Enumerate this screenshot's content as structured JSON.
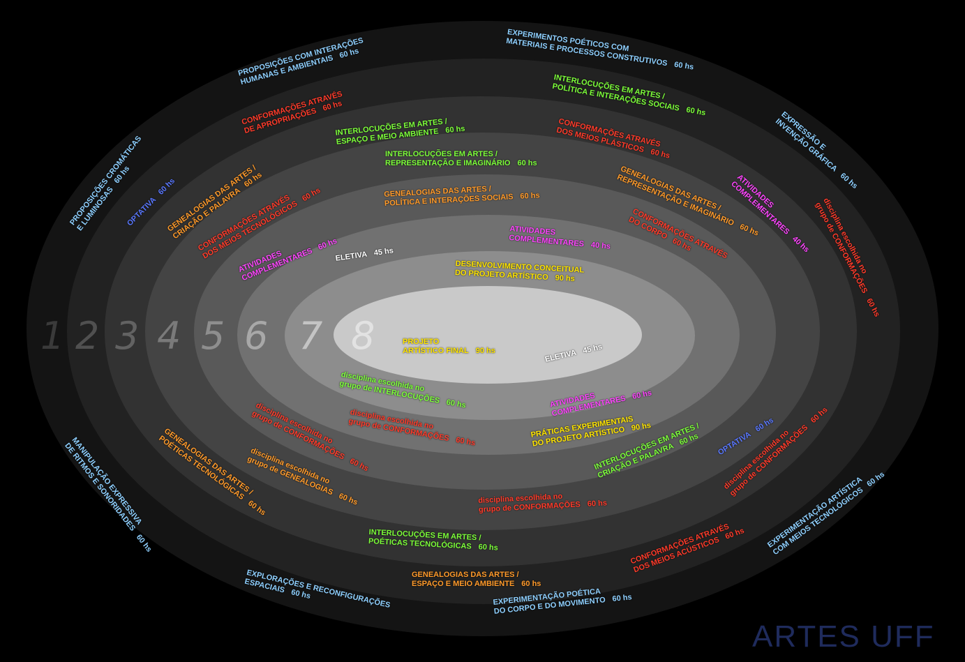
{
  "colors": {
    "blue": "#8fd0ff",
    "green": "#7dff3a",
    "red": "#ff3b2a",
    "orange": "#ff9a2a",
    "magenta": "#ff45ff",
    "yellow": "#ffe500",
    "white": "#ffffff",
    "optative": "#5a78ff",
    "brand": "#1f2b5c"
  },
  "rings": [
    {
      "number": "1",
      "color": "#141414"
    },
    {
      "number": "2",
      "color": "#222222"
    },
    {
      "number": "3",
      "color": "#323232"
    },
    {
      "number": "4",
      "color": "#444444"
    },
    {
      "number": "5",
      "color": "#595959"
    },
    {
      "number": "6",
      "color": "#717171"
    },
    {
      "number": "7",
      "color": "#8d8d8d"
    },
    {
      "number": "8",
      "color": "#c9c9c9"
    }
  ],
  "labels": [
    {
      "l1": "PROPOSIÇÕES COM INTERAÇÕES",
      "l2": "HUMANAS E AMBIENTAIS",
      "hs": "60 hs",
      "c": "blue"
    },
    {
      "l1": "EXPERIMENTOS POÉTICOS COM",
      "l2": "MATERIAIS E PROCESSOS CONSTRUTIVOS",
      "hs": "60 hs",
      "c": "blue"
    },
    {
      "l1": "EXPRESSÃO E",
      "l2": "INVENÇÃO GRÁFICA",
      "hs": "60 hs",
      "c": "blue"
    },
    {
      "l1": "PROPOSIÇÕES CROMÁTICAS",
      "l2": "E LUMINOSAS",
      "hs": "60 hs",
      "c": "blue"
    },
    {
      "l1": "MANIPULAÇÃO EXPRESSIVA",
      "l2": "DE RITMOS E SONORIDADES",
      "hs": "60 hs",
      "c": "blue"
    },
    {
      "l1": "EXPLORAÇÕES E RECONFIGURAÇÕES",
      "l2": "ESPACIAIS",
      "hs": "60 hs",
      "c": "blue"
    },
    {
      "l1": "EXPERIMENTAÇÃO POÉTICA",
      "l2": "DO CORPO E DO MOVIMENTO",
      "hs": "60 hs",
      "c": "blue"
    },
    {
      "l1": "EXPERIMENTAÇÃO ARTÍSTICA",
      "l2": "COM MEIOS TECNOLÓGICOS",
      "hs": "60 hs",
      "c": "blue"
    },
    {
      "l1": "CONFORMAÇÕES ATRAVÉS",
      "l2": "DE APROPRIAÇÕES",
      "hs": "60 hs",
      "c": "red"
    },
    {
      "l1": "INTERLOCUÇÕES EM ARTES /",
      "l2": "POLÍTICA E INTERAÇÕES SOCIAIS",
      "hs": "60 hs",
      "c": "green"
    },
    {
      "l1": "",
      "l2": "OPTATIVA",
      "hs": "60 hs",
      "c": "optative"
    },
    {
      "l1": "disciplina escolhida no",
      "l2": "grupo de CONFORMAÇÕES",
      "hs": "60 hs",
      "c": "red"
    },
    {
      "l1": "CONFORMAÇÕES ATRAVÉS",
      "l2": "DOS MEIOS ACÚSTICOS",
      "hs": "60 hs",
      "c": "red"
    },
    {
      "l1": "GENEALOGIAS DAS ARTES /",
      "l2": "ESPAÇO E MEIO AMBIENTE",
      "hs": "60 hs",
      "c": "orange"
    },
    {
      "l1": "INTERLOCUÇÕES EM ARTES /",
      "l2": "POÉTICAS TECNOLÓGICAS",
      "hs": "60 hs",
      "c": "green"
    },
    {
      "l1": "INTERLOCUÇÕES EM ARTES /",
      "l2": "ESPAÇO E MEIO AMBIENTE",
      "hs": "60 hs",
      "c": "green"
    },
    {
      "l1": "CONFORMAÇÕES ATRAVÉS",
      "l2": "DOS MEIOS PLÁSTICOS",
      "hs": "60 hs",
      "c": "red"
    },
    {
      "l1": "GENEALOGIAS DAS ARTES /",
      "l2": "CRIAÇÃO E PALAVRA",
      "hs": "60 hs",
      "c": "orange"
    },
    {
      "l1": "ATIVIDADES",
      "l2": "COMPLEMENTARES",
      "hs": "40 hs",
      "c": "magenta"
    },
    {
      "l1": "GENEALOGIAS DAS ARTES /",
      "l2": "POÉTICAS TECNOLÓGICAS",
      "hs": "60 hs",
      "c": "orange"
    },
    {
      "l1": "disciplina escolhida no",
      "l2": "grupo de GENEALOGIAS",
      "hs": "60 hs",
      "c": "orange"
    },
    {
      "l1": "disciplina escolhida no",
      "l2": "grupo de CONFORMAÇÕES",
      "hs": "60 hs",
      "c": "red"
    },
    {
      "l1": "disciplina escolhida no",
      "l2": "grupo de CONFORMAÇÕES",
      "hs": "60 hs",
      "c": "red"
    },
    {
      "l1": "",
      "l2": "OPTATIVA",
      "hs": "60 hs",
      "c": "optative"
    },
    {
      "l1": "INTERLOCUÇÕES EM ARTES /",
      "l2": "REPRESENTAÇÃO E IMAGINÁRIO",
      "hs": "60 hs",
      "c": "green"
    },
    {
      "l1": "GENEALOGIAS DAS ARTES /",
      "l2": "REPRESENTAÇÃO E IMAGINÁRIO",
      "hs": "60 hs",
      "c": "orange"
    },
    {
      "l1": "CONFORMAÇÕES ATRAVÉS",
      "l2": "DOS MEIOS TECNOLÓGICOS",
      "hs": "60 hs",
      "c": "red"
    },
    {
      "l1": "disciplina escolhida no",
      "l2": "grupo de CONFORMAÇÕES",
      "hs": "60 hs",
      "c": "red"
    },
    {
      "l1": "INTERLOCUÇÕES EM ARTES /",
      "l2": "CRIAÇÃO E PALAVRA",
      "hs": "60 hs",
      "c": "green"
    },
    {
      "l1": "GENEALOGIAS DAS ARTES /",
      "l2": "POLÍTICA E INTERAÇÕES SOCIAIS",
      "hs": "60 hs",
      "c": "orange"
    },
    {
      "l1": "ATIVIDADES",
      "l2": "COMPLEMENTARES",
      "hs": "60 hs",
      "c": "magenta"
    },
    {
      "l1": "CONFORMAÇÕES ATRAVÉS",
      "l2": "DO CORPO",
      "hs": "60 hs",
      "c": "red"
    },
    {
      "l1": "disciplina escolhida no",
      "l2": "grupo de CONFORMAÇÕES",
      "hs": "60 hs",
      "c": "red"
    },
    {
      "l1": "PRÁTICAS EXPERIMENTAIS",
      "l2": "DO PROJETO ARTÍSTICO",
      "hs": "90 hs",
      "c": "yellow"
    },
    {
      "l1": "",
      "l2": "ELETIVA",
      "hs": "45 hs",
      "c": "white"
    },
    {
      "l1": "ATIVIDADES",
      "l2": "COMPLEMENTARES",
      "hs": "40 hs",
      "c": "magenta"
    },
    {
      "l1": "disciplina escolhida no",
      "l2": "grupo de INTERLOCUÇÕES",
      "hs": "60 hs",
      "c": "green"
    },
    {
      "l1": "ATIVIDADES",
      "l2": "COMPLEMENTARES",
      "hs": "60 hs",
      "c": "magenta"
    },
    {
      "l1": "DESENVOLVIMENTO CONCEITUAL",
      "l2": "DO PROJETO ARTÍSTICO",
      "hs": "90 hs",
      "c": "yellow"
    },
    {
      "l1": "PROJETO",
      "l2": "ARTÍSTICO FINAL",
      "hs": "90 hs",
      "c": "yellow"
    },
    {
      "l1": "",
      "l2": "ELETIVA",
      "hs": "45 hs",
      "c": "white"
    }
  ],
  "brand": "ARTES UFF"
}
